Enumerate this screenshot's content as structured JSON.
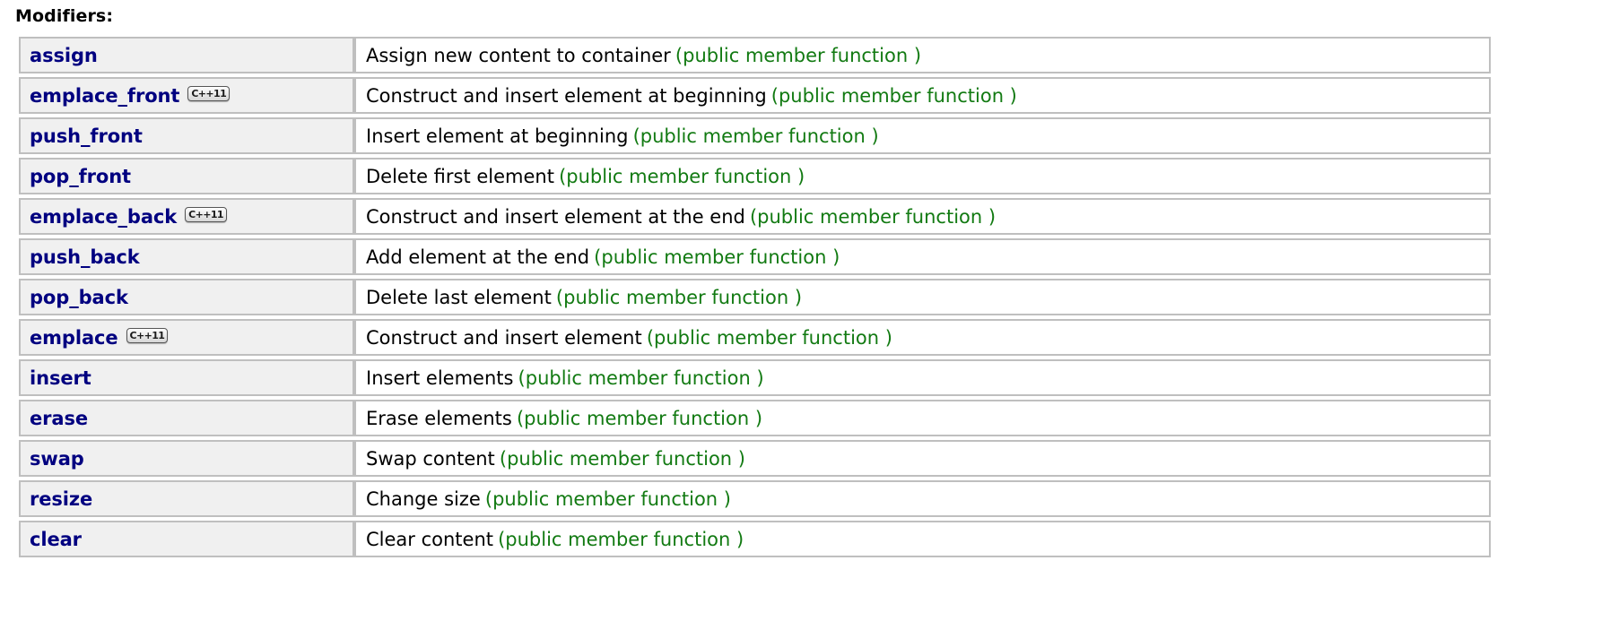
{
  "section": {
    "heading": "Modifiers:"
  },
  "badge": {
    "cpp11_label": "C++11"
  },
  "table": {
    "kind_suffix": "(public member function )",
    "rows": [
      {
        "name": "assign",
        "badge": null,
        "description": "Assign new content to container",
        "kind": "(public member function )"
      },
      {
        "name": "emplace_front",
        "badge": "C++11",
        "description": "Construct and insert element at beginning",
        "kind": "(public member function )"
      },
      {
        "name": "push_front",
        "badge": null,
        "description": "Insert element at beginning",
        "kind": "(public member function )"
      },
      {
        "name": "pop_front",
        "badge": null,
        "description": "Delete first element",
        "kind": "(public member function )"
      },
      {
        "name": "emplace_back",
        "badge": "C++11",
        "description": "Construct and insert element at the end",
        "kind": "(public member function )"
      },
      {
        "name": "push_back",
        "badge": null,
        "description": "Add element at the end",
        "kind": "(public member function )"
      },
      {
        "name": "pop_back",
        "badge": null,
        "description": "Delete last element",
        "kind": "(public member function )"
      },
      {
        "name": "emplace",
        "badge": "C++11",
        "description": "Construct and insert element",
        "kind": "(public member function )"
      },
      {
        "name": "insert",
        "badge": null,
        "description": "Insert elements",
        "kind": "(public member function )"
      },
      {
        "name": "erase",
        "badge": null,
        "description": "Erase elements",
        "kind": "(public member function )"
      },
      {
        "name": "swap",
        "badge": null,
        "description": "Swap content",
        "kind": "(public member function )"
      },
      {
        "name": "resize",
        "badge": null,
        "description": "Change size",
        "kind": "(public member function )"
      },
      {
        "name": "clear",
        "badge": null,
        "description": "Clear content",
        "kind": "(public member function )"
      }
    ]
  },
  "colors": {
    "link": "#000080",
    "kind_green": "#127a12",
    "name_cell_bg": "#f0f0f0",
    "border": "#bfbfbf",
    "text": "#000000"
  }
}
